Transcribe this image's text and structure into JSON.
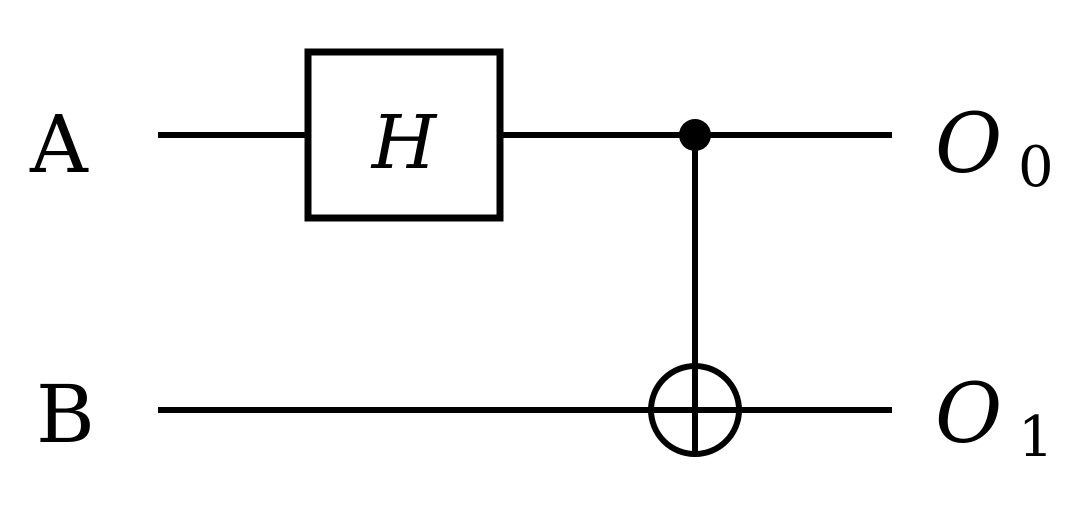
{
  "inputs": [
    {
      "label": "A"
    },
    {
      "label": "B"
    }
  ],
  "outputs": [
    {
      "label": "O",
      "subscript": "0"
    },
    {
      "label": "O",
      "subscript": "1"
    }
  ],
  "gates": {
    "hadamard_label": "H"
  }
}
